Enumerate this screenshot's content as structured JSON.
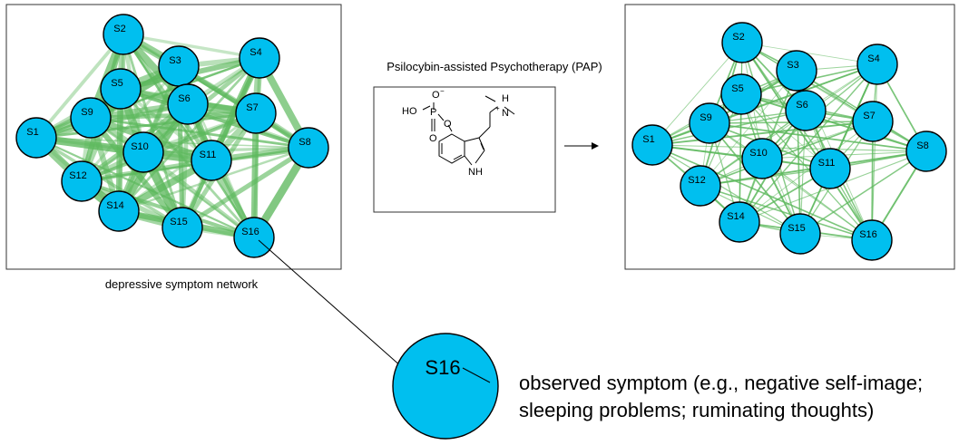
{
  "title": "Psilocybin-assisted Psychotherapy (PAP)",
  "left_caption": "depressive symptom network",
  "zoom": {
    "node_label": "S16",
    "description_line1": "observed symptom (e.g., negative self-image;",
    "description_line2": "sleeping problems; ruminating thoughts)"
  },
  "molecule": {
    "labels": [
      "O",
      "−",
      "HO",
      "P",
      "O",
      "O",
      "H",
      "N",
      "+",
      "N",
      "H"
    ]
  },
  "colors": {
    "node_fill": "#00bfef",
    "edge_green": "#5cb85c"
  },
  "nodes": [
    "S1",
    "S2",
    "S3",
    "S4",
    "S5",
    "S6",
    "S7",
    "S8",
    "S9",
    "S10",
    "S11",
    "S12",
    "S14",
    "S15",
    "S16"
  ],
  "networks": {
    "before": {
      "name": "depressive symptom network",
      "edge_strength": "strong"
    },
    "after": {
      "edge_strength": "weak"
    }
  }
}
